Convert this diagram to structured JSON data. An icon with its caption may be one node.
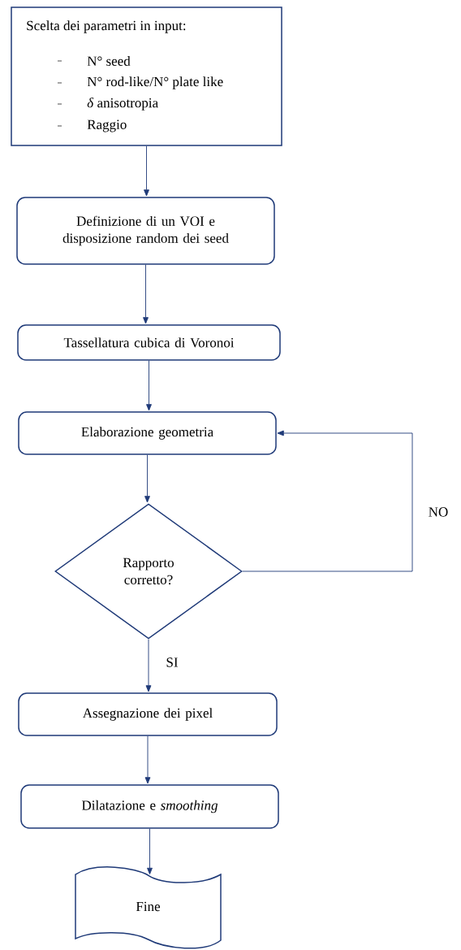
{
  "diagram": {
    "nodes": [
      {
        "text": [
          "Scelta dei parametri in input:",
          "N° seed",
          "N° rod-like/N° plate like",
          "*δ* anisotropia",
          "Raggio"
        ]
      },
      {
        "text": [
          "Definizione di un VOI e disposizione random dei seed"
        ]
      },
      {
        "text": [
          "Tassellatura cubica di Voronoi"
        ]
      },
      {
        "text": [
          "Elaborazione geometria"
        ]
      },
      {
        "text": [
          "Rapporto corretto?"
        ]
      },
      {
        "text": [
          "Assegnazione dei pixel"
        ]
      },
      {
        "text": [
          "Dilatazione e *smoothing*"
        ]
      },
      {
        "text": [
          "Fine"
        ]
      }
    ],
    "edges": [
      {
        "from": 0,
        "to": 1,
        "arrow": "to"
      },
      {
        "from": 1,
        "to": 2,
        "arrow": "to"
      },
      {
        "from": 2,
        "to": 3,
        "arrow": "to"
      },
      {
        "from": 3,
        "to": 4,
        "arrow": "to"
      },
      {
        "from": 4,
        "to": 3,
        "arrow": "to",
        "label": "NO"
      },
      {
        "from": 4,
        "to": 5,
        "arrow": "to",
        "label": "SI"
      },
      {
        "from": 5,
        "to": 6,
        "arrow": "to"
      },
      {
        "from": 6,
        "to": 7,
        "arrow": "to"
      }
    ]
  }
}
